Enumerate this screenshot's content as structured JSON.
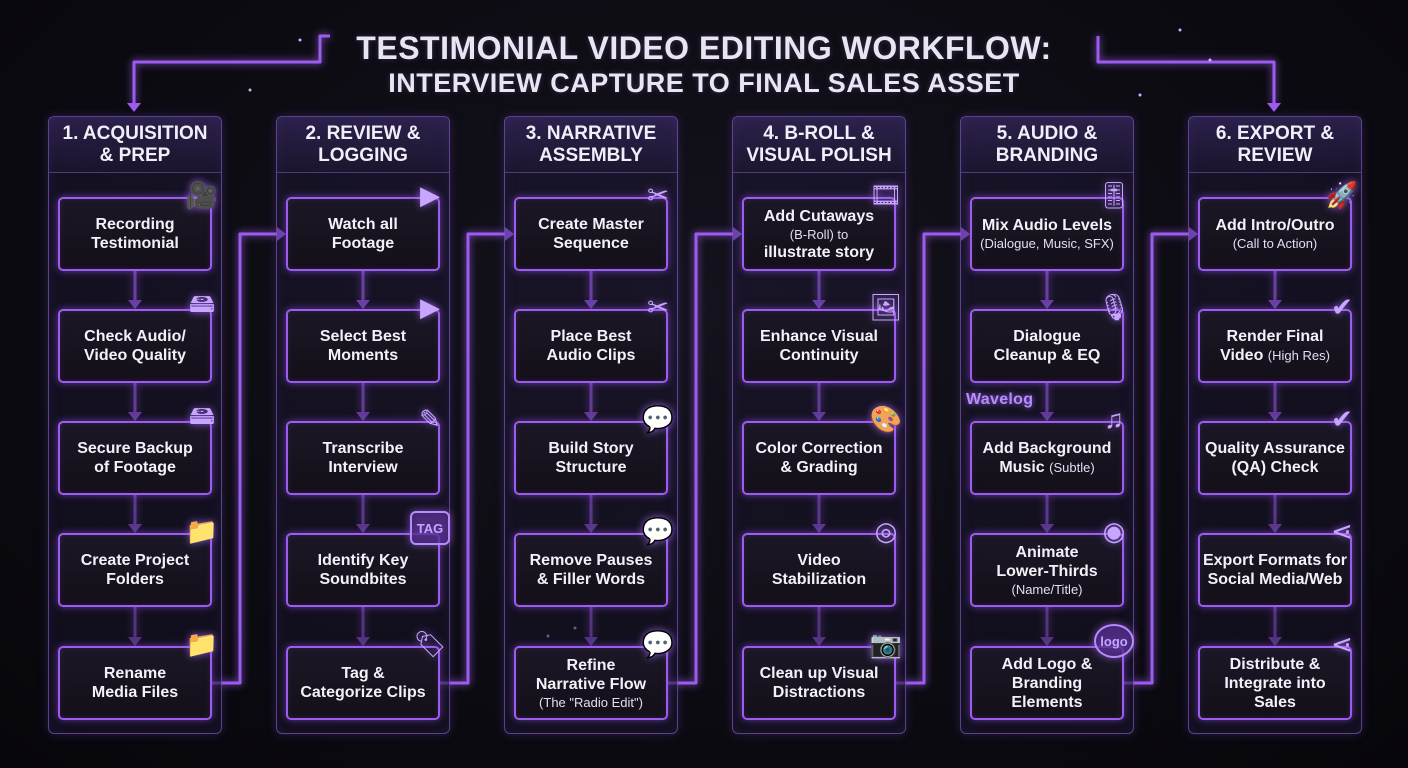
{
  "title": {
    "line1": "TESTIMONIAL VIDEO EDITING WORKFLOW:",
    "line2": "INTERVIEW CAPTURE TO FINAL SALES ASSET"
  },
  "accent_color": "#9d5cf0",
  "background_color": "#0b0a10",
  "columns": [
    {
      "heading": "1. ACQUISITION\n& PREP",
      "steps": [
        {
          "line1": "Recording",
          "line2": "Testimonial",
          "sub": "",
          "icon": "camera-mic-icon"
        },
        {
          "line1": "Check Audio/",
          "line2": "Video Quality",
          "sub": "",
          "icon": "hard-drive-icon"
        },
        {
          "line1": "Secure Backup",
          "line2": "of Footage",
          "sub": "",
          "icon": "hard-drive-icon"
        },
        {
          "line1": "Create Project",
          "line2": "Folders",
          "sub": "",
          "icon": "folder-icon"
        },
        {
          "line1": "Rename",
          "line2": "Media Files",
          "sub": "",
          "icon": "folder-icon"
        }
      ]
    },
    {
      "heading": "2. REVIEW &\nLOGGING",
      "steps": [
        {
          "line1": "Watch all",
          "line2": "Footage",
          "sub": "",
          "icon": "monitor-play-icon"
        },
        {
          "line1": "Select Best",
          "line2": "Moments",
          "sub": "",
          "icon": "video-player-icon"
        },
        {
          "line1": "Transcribe",
          "line2": "Interview",
          "sub": "",
          "icon": "document-pen-icon"
        },
        {
          "line1": "Identify Key",
          "line2": "Soundbites",
          "sub": "",
          "icon": "tag-icon",
          "icon_text": "TAG"
        },
        {
          "line1": "Tag &",
          "line2": "Categorize Clips",
          "sub": "",
          "icon": "price-tag-icon"
        }
      ]
    },
    {
      "heading": "3. NARRATIVE\nASSEMBLY",
      "steps": [
        {
          "line1": "Create Master",
          "line2": "Sequence",
          "sub": "",
          "icon": "scissors-icon"
        },
        {
          "line1": "Place Best",
          "line2": "Audio Clips",
          "sub": "",
          "icon": "scissors-icon"
        },
        {
          "line1": "Build Story",
          "line2": "Structure",
          "sub": "",
          "icon": "chat-bubbles-icon"
        },
        {
          "line1": "Remove Pauses",
          "line2": "& Filler Words",
          "sub": "",
          "icon": "speech-bubble-icon"
        },
        {
          "line1": "Refine",
          "line2": "Narrative Flow",
          "sub": "(The \"Radio Edit\")",
          "icon": "speech-bubbles-icon"
        }
      ]
    },
    {
      "heading": "4. B-ROLL &\nVISUAL POLISH",
      "steps": [
        {
          "line1": "Add Cutaways",
          "line2": "",
          "sub": "(B-Roll) to",
          "line3": "illustrate story",
          "icon": "film-strip-icon"
        },
        {
          "line1": "Enhance Visual",
          "line2": "Continuity",
          "sub": "",
          "icon": "image-frame-icon"
        },
        {
          "line1": "Color Correction",
          "line2": "& Grading",
          "sub": "",
          "icon": "palette-icon"
        },
        {
          "line1": "Video",
          "line2": "Stabilization",
          "sub": "",
          "icon": "color-circles-icon"
        },
        {
          "line1": "Clean up Visual",
          "line2": "Distractions",
          "sub": "",
          "icon": "camera-tripod-icon"
        }
      ]
    },
    {
      "heading": "5. AUDIO &\nBRANDING",
      "steps": [
        {
          "line1": "Mix Audio Levels",
          "line2": "",
          "sub": "(Dialogue, Music, SFX)",
          "icon": "mixer-sliders-icon"
        },
        {
          "line1": "Dialogue",
          "line2": "Cleanup & EQ",
          "sub": "",
          "icon": "microphone-icon"
        },
        {
          "line1": "Add Background",
          "line2": "Music",
          "sub": "(Subtle)",
          "inline_sub": true,
          "icon": "music-note-icon"
        },
        {
          "line1": "Animate",
          "line2": "Lower-Thirds",
          "sub": "(Name/Title)",
          "icon": "waveform-circle-icon"
        },
        {
          "line1": "Add Logo &",
          "line2": "Branding",
          "sub": "",
          "line3": "Elements",
          "icon": "logo-circle-icon",
          "icon_text": "logo"
        }
      ],
      "waveform_label": "Wavelog"
    },
    {
      "heading": "6. EXPORT &\nREVIEW",
      "steps": [
        {
          "line1": "Add Intro/Outro",
          "line2": "",
          "sub": "(Call to Action)",
          "icon": "rocket-icon"
        },
        {
          "line1": "Render Final",
          "line2": "Video",
          "sub": "(High Res)",
          "inline_sub": true,
          "icon": "monitor-check-icon"
        },
        {
          "line1": "Quality Assurance",
          "line2": "(QA) Check",
          "sub": "",
          "icon": "code-check-icon"
        },
        {
          "line1": "Export Formats for",
          "line2": "Social Media/Web",
          "sub": "",
          "icon": "share-window-icon"
        },
        {
          "line1": "Distribute &",
          "line2": "Integrate into",
          "sub": "",
          "line3": "Sales",
          "icon": "share-icon"
        }
      ]
    }
  ]
}
